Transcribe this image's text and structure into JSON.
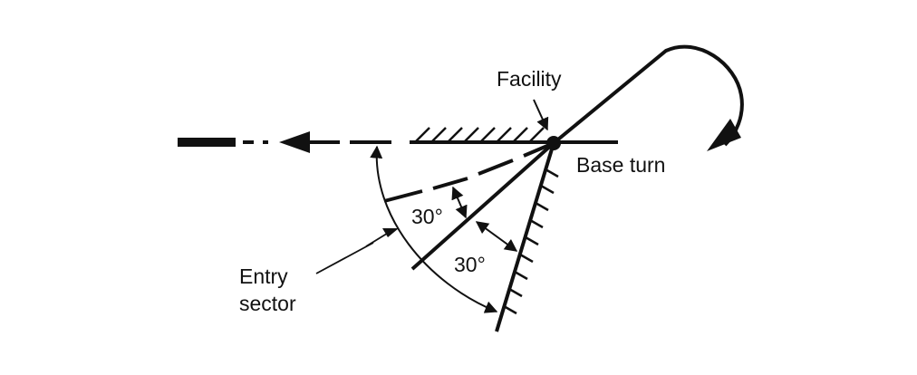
{
  "labels": {
    "facility": "Facility",
    "base_turn": "Base turn",
    "angle_top": "30°",
    "angle_bottom": "30°",
    "entry_line1": "Entry",
    "entry_line2": "sector"
  },
  "colors": {
    "ink": "#111111",
    "background": "#ffffff"
  }
}
